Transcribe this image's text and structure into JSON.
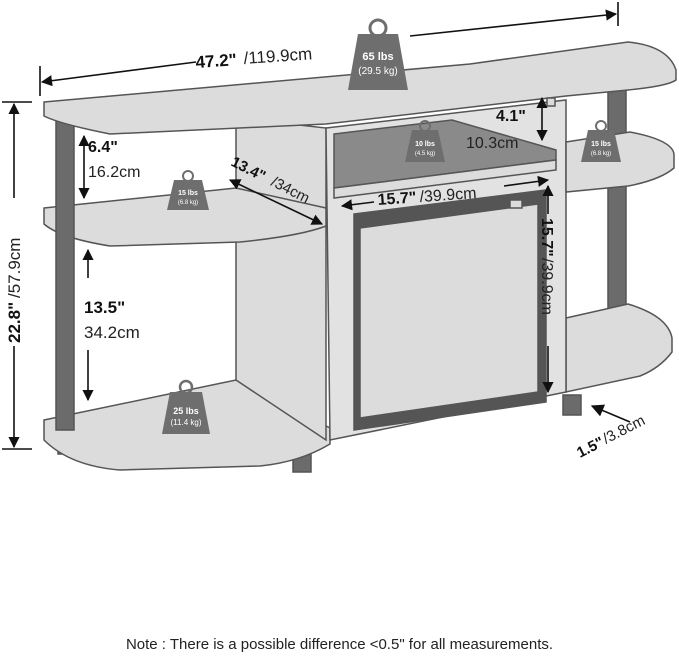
{
  "dimensions": {
    "total_width": {
      "imperial": "47.2\"",
      "metric": "/119.9cm"
    },
    "height": {
      "imperial": "22.8\"",
      "metric": "/57.9cm"
    },
    "top_gap": {
      "imperial": "6.4\"",
      "metric": "16.2cm"
    },
    "shelf_depth": {
      "imperial": "13.4\"",
      "metric": "/34cm"
    },
    "lower_gap": {
      "imperial": "13.5\"",
      "metric": "34.2cm"
    },
    "cube_width": {
      "imperial": "15.7\"",
      "metric": "/39.9cm"
    },
    "cube_height": {
      "imperial": "15.7\"",
      "metric": "/39.9cm"
    },
    "upper_opening": {
      "imperial": "4.1\"",
      "metric": "10.3cm"
    },
    "leg_height": {
      "imperial": "1.5\"",
      "metric": "/3.8cm"
    }
  },
  "weights": {
    "top": {
      "lbs": "65 lbs",
      "kg": "(29.5 kg)"
    },
    "middle_shelf": {
      "lbs": "10 lbs",
      "kg": "(4.5 kg)"
    },
    "left_shelf": {
      "lbs": "15 lbs",
      "kg": "(6.8 kg)"
    },
    "right_shelf": {
      "lbs": "15 lbs",
      "kg": "(6.8 kg)"
    },
    "bottom_shelf": {
      "lbs": "25 lbs",
      "kg": "(11.4 kg)"
    }
  },
  "note": "Note : There is a possible difference <0.5\" for all measurements.",
  "colors": {
    "furniture_fill": "#dcdcdc",
    "furniture_stroke": "#555555",
    "post": "#6b6b6b",
    "door_frame": "#555555",
    "weight_badge": "#6e6e6e",
    "dimension_line": "#111111"
  }
}
